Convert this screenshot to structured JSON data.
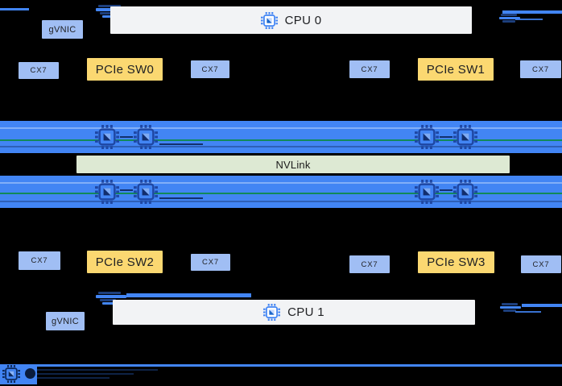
{
  "diagram_type": "server-gpu-topology",
  "cpus": [
    {
      "label": "CPU 0"
    },
    {
      "label": "CPU 1"
    }
  ],
  "gvnic": [
    "gVNIC",
    "gVNIC"
  ],
  "pcie_switches": [
    "PCIe SW0",
    "PCIe SW1",
    "PCIe SW2",
    "PCIe SW3"
  ],
  "cx7_top": [
    "CX7",
    "CX7",
    "CX7",
    "CX7"
  ],
  "cx7_bottom": [
    "CX7",
    "CX7",
    "CX7",
    "CX7"
  ],
  "nvlink_label": "NVLink",
  "gpu_bars": {
    "count": 2,
    "gpu_chips_per_bar": 4
  },
  "icons": {
    "cpu_chip": "cpu-chip-icon",
    "gpu_chip": "gpu-chip-icon",
    "network_link": "network-link-icon",
    "offload_chip": "offload-chip-icon"
  },
  "colors": {
    "background": "#000000",
    "gpu_bar_blue": "#4285f4",
    "nic_box_blue": "#a0bef4",
    "pcie_box_yellow": "#fbd871",
    "cpu_box_gray": "#f2f3f5",
    "nvlink_green": "#dde9d3",
    "teal_link_line": "#128a5a",
    "dark_chip_navy": "#12306e"
  }
}
